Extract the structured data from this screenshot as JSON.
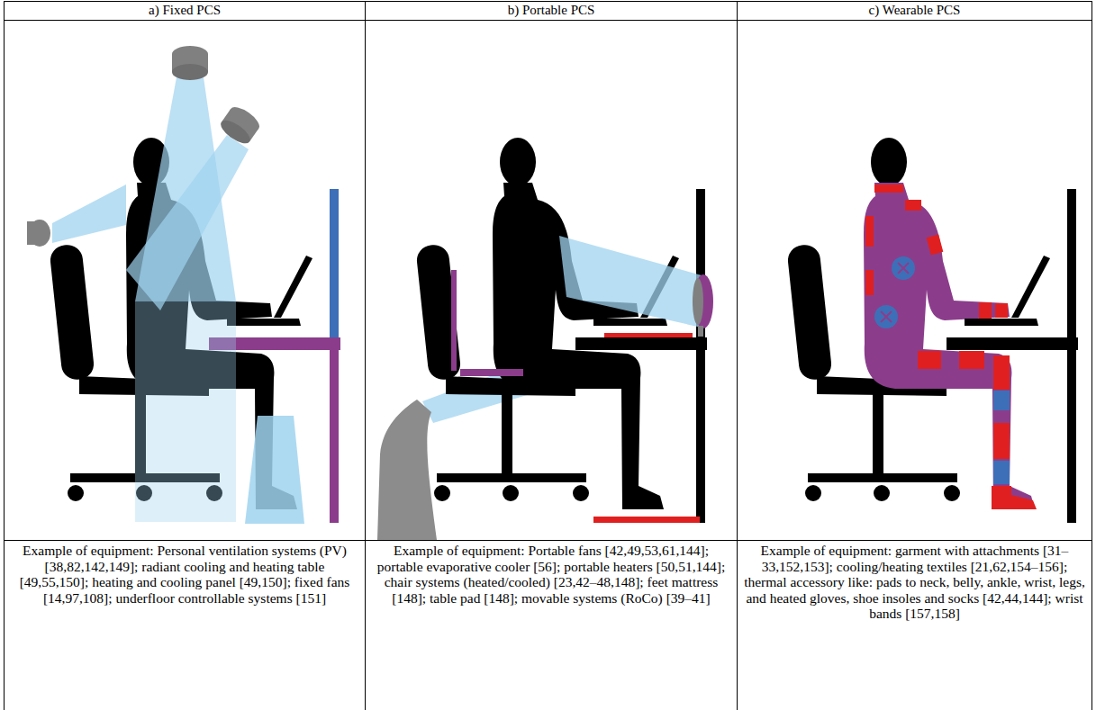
{
  "diagram": {
    "labels": [
      "a) Fixed PCS",
      "b) Portable PCS",
      "c) Wearable PCS",
      "Example of equipment: Personal ventilation systems (PV) [38,82,142,149]; radiant cooling and heating table [49,55,150]; heating and cooling panel [49,150]; fixed fans [14,97,108]; underfloor controllable systems [151]",
      "Example of equipment: Portable fans [42,49,53,61,144]; portable evaporative cooler [56]; portable heaters [50,51,144]; chair systems (heated/cooled) [23,42–48,148]; feet mattress [148]; table pad [148]; movable systems (RoCo) [39–41]",
      "Example of equipment: garment with attachments [31–33,152,153]; cooling/heating textiles [21,62,154–156]; thermal accessory like: pads to neck, belly, ankle, wrist, legs, and heated gloves, shoe insoles and socks [42,44,144]; wrist bands [157,158]"
    ]
  }
}
